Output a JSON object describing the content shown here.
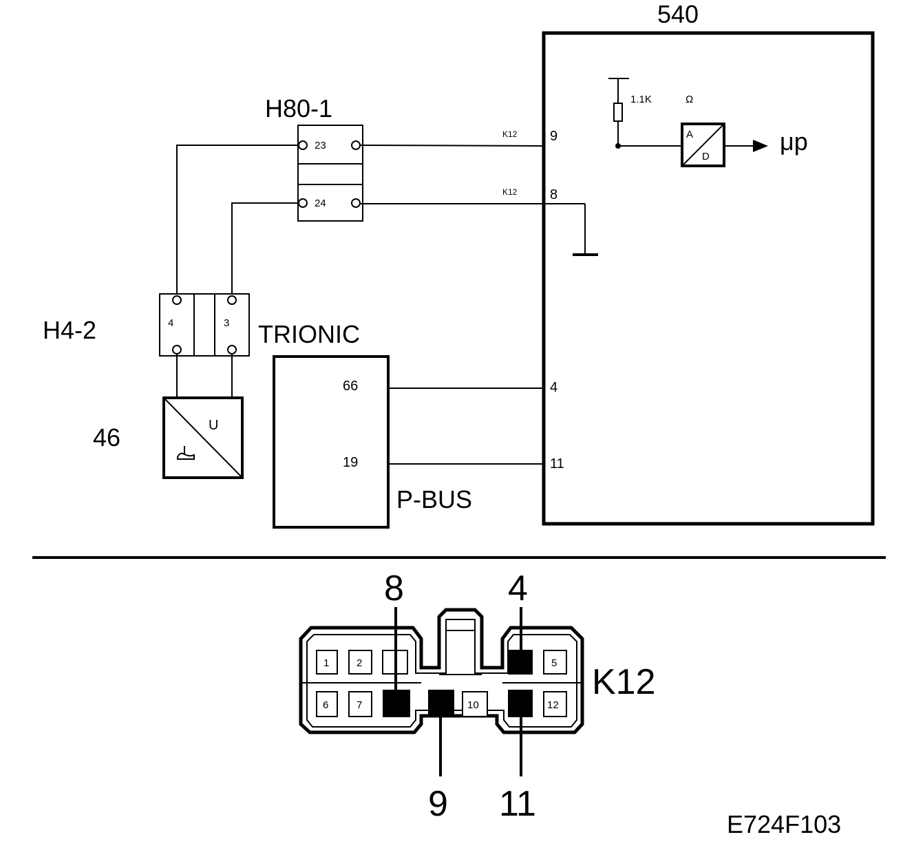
{
  "labels": {
    "ecu": "540",
    "connector_h80": "H80-1",
    "connector_h4": "H4-2",
    "trionic": "TRIONIC",
    "sensor": "46",
    "pbus": "P-BUS",
    "resistor": "1.1K",
    "ohm": "Ω",
    "adc_a": "A",
    "adc_d": "D",
    "micro": "μp",
    "sensor_u": "U",
    "connector_k12": "K12",
    "figure_code": "E724F103"
  },
  "h80_pins": [
    "23",
    "24"
  ],
  "h4_pins": [
    "4",
    "3"
  ],
  "trionic_pins": [
    "66",
    "19"
  ],
  "wire_labels": [
    "K12",
    "K12"
  ],
  "ecu_pins": [
    "9",
    "8",
    "4",
    "11"
  ],
  "k12_top_row": [
    "1",
    "2",
    "5"
  ],
  "k12_bottom_row": [
    "6",
    "7",
    "10",
    "12"
  ],
  "k12_callouts": [
    "8",
    "4",
    "9",
    "11"
  ]
}
